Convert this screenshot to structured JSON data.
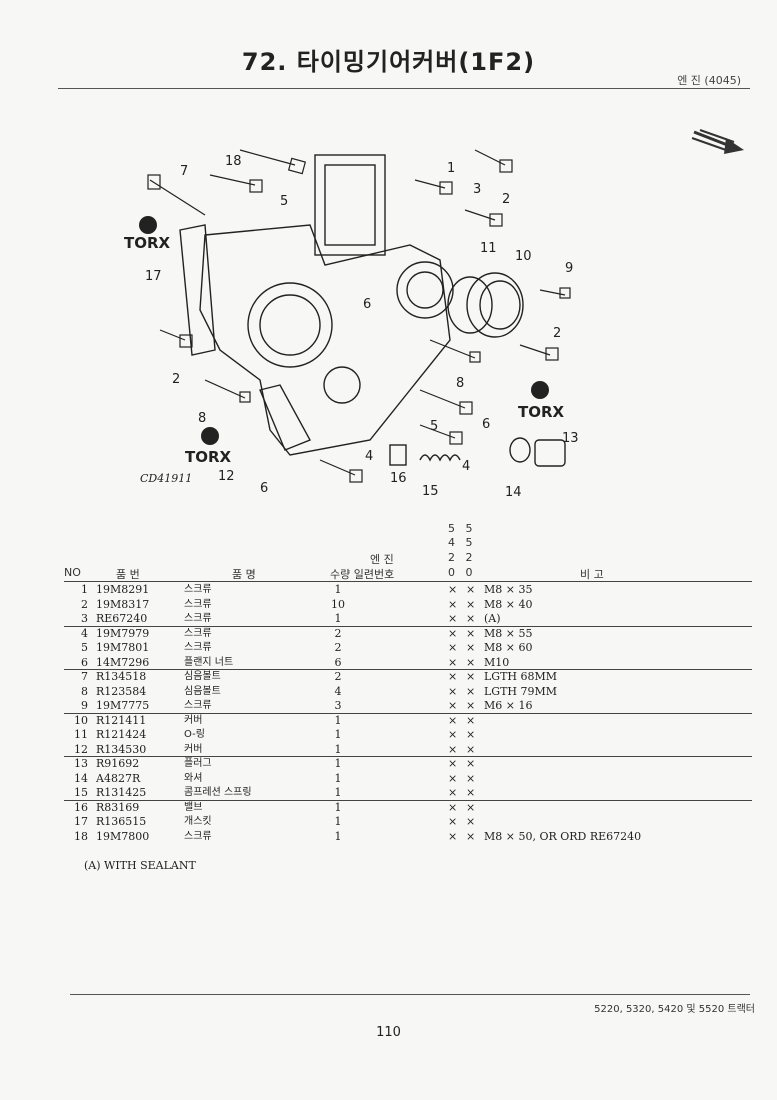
{
  "header": {
    "title": "72. 타이밍기어커버(1F2)",
    "subtitle": "엔 진 (4045)"
  },
  "figure": {
    "code": "CD41911",
    "torx_label": "TORX",
    "callouts": [
      "1",
      "2",
      "3",
      "4",
      "5",
      "6",
      "7",
      "8",
      "9",
      "10",
      "11",
      "12",
      "13",
      "14",
      "15",
      "16",
      "17",
      "18"
    ]
  },
  "table": {
    "engine_header": "엔 진",
    "model_digits_1": [
      "5",
      "5"
    ],
    "model_digits_2": [
      "4",
      "5"
    ],
    "model_digits_3": [
      "2",
      "2"
    ],
    "model_digits_4": [
      "0",
      "0"
    ],
    "col_no": "NO",
    "col_part": "품 번",
    "col_name": "품 명",
    "col_qty_serial": "수량 일련번호",
    "col_remarks": "비 고",
    "rows": [
      {
        "no": "1",
        "part": "19M8291",
        "name": "스크류",
        "qty": "1",
        "m1": "×",
        "m2": "×",
        "remark": "M8 × 35"
      },
      {
        "no": "2",
        "part": "19M8317",
        "name": "스크류",
        "qty": "10",
        "m1": "×",
        "m2": "×",
        "remark": "M8 × 40"
      },
      {
        "no": "3",
        "part": "RE67240",
        "name": "스크류",
        "qty": "1",
        "m1": "×",
        "m2": "×",
        "remark": "(A)"
      },
      {
        "no": "4",
        "part": "19M7979",
        "name": "스크류",
        "qty": "2",
        "m1": "×",
        "m2": "×",
        "remark": "M8 × 55"
      },
      {
        "no": "5",
        "part": "19M7801",
        "name": "스크류",
        "qty": "2",
        "m1": "×",
        "m2": "×",
        "remark": "M8 × 60"
      },
      {
        "no": "6",
        "part": "14M7296",
        "name": "플랜지 너트",
        "qty": "6",
        "m1": "×",
        "m2": "×",
        "remark": "M10"
      },
      {
        "no": "7",
        "part": "R134518",
        "name": "심음볼트",
        "qty": "2",
        "m1": "×",
        "m2": "×",
        "remark": "LGTH 68MM"
      },
      {
        "no": "8",
        "part": "R123584",
        "name": "심음볼트",
        "qty": "4",
        "m1": "×",
        "m2": "×",
        "remark": "LGTH 79MM"
      },
      {
        "no": "9",
        "part": "19M7775",
        "name": "스크류",
        "qty": "3",
        "m1": "×",
        "m2": "×",
        "remark": "M6 × 16"
      },
      {
        "no": "10",
        "part": "R121411",
        "name": "커버",
        "qty": "1",
        "m1": "×",
        "m2": "×",
        "remark": ""
      },
      {
        "no": "11",
        "part": "R121424",
        "name": "O-링",
        "qty": "1",
        "m1": "×",
        "m2": "×",
        "remark": ""
      },
      {
        "no": "12",
        "part": "R134530",
        "name": "커버",
        "qty": "1",
        "m1": "×",
        "m2": "×",
        "remark": ""
      },
      {
        "no": "13",
        "part": "R91692",
        "name": "플러그",
        "qty": "1",
        "m1": "×",
        "m2": "×",
        "remark": ""
      },
      {
        "no": "14",
        "part": "A4827R",
        "name": "와셔",
        "qty": "1",
        "m1": "×",
        "m2": "×",
        "remark": ""
      },
      {
        "no": "15",
        "part": "R131425",
        "name": "콤프레션 스프링",
        "qty": "1",
        "m1": "×",
        "m2": "×",
        "remark": ""
      },
      {
        "no": "16",
        "part": "R83169",
        "name": "밸브",
        "qty": "1",
        "m1": "×",
        "m2": "×",
        "remark": ""
      },
      {
        "no": "17",
        "part": "R136515",
        "name": "개스킷",
        "qty": "1",
        "m1": "×",
        "m2": "×",
        "remark": ""
      },
      {
        "no": "18",
        "part": "19M7800",
        "name": "스크류",
        "qty": "1",
        "m1": "×",
        "m2": "×",
        "remark": "M8 × 50, OR ORD RE67240"
      }
    ],
    "note": "(A) WITH SEALANT"
  },
  "footer": {
    "models": "5220, 5320, 5420 및 5520 트랙터",
    "page_number": "110"
  }
}
